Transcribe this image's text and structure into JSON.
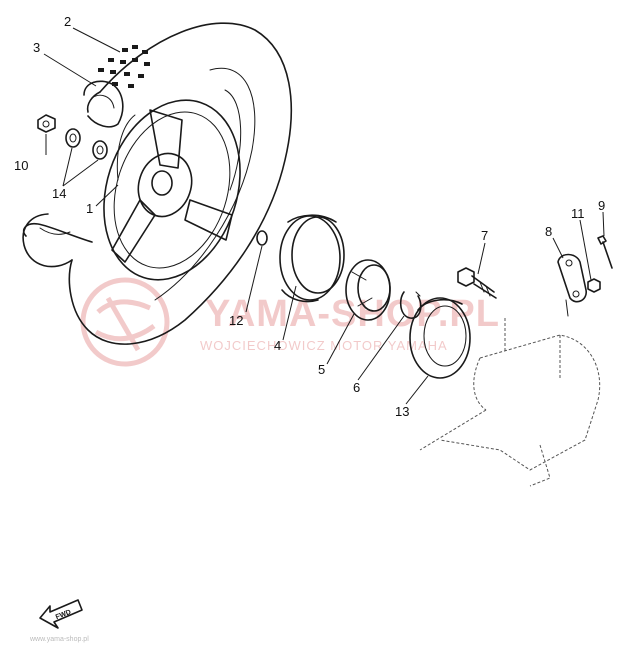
{
  "callouts": {
    "c1": "1",
    "c2": "2",
    "c3": "3",
    "c4": "4",
    "c5": "5",
    "c6": "6",
    "c7": "7",
    "c8": "8",
    "c9": "9",
    "c10": "10",
    "c11": "11",
    "c12": "12",
    "c13": "13",
    "c14": "14"
  },
  "watermark": {
    "main": "YAMA-SHOP.PL",
    "sub": "WOJCIECHOWICZ MOTOR YAMAHA",
    "color": "#e8a0a0"
  },
  "fwd_label": "FWD",
  "footer_text": "www.yama-shop.pl"
}
